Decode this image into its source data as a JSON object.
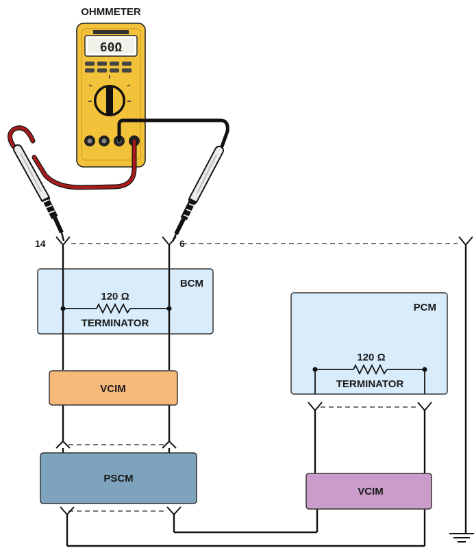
{
  "meter": {
    "title": "OHMMETER",
    "display": "60Ω",
    "icon": "multimeter-icon",
    "body_color": "#f2c23a",
    "lead_red": "#a81c1c",
    "lead_black": "#111111"
  },
  "pins": {
    "left": "14",
    "right": "6"
  },
  "modules": {
    "bcm": {
      "label": "BCM",
      "resistor": "120 Ω",
      "terminator": "TERMINATOR",
      "color": "#d9ecfb"
    },
    "pcm": {
      "label": "PCM",
      "resistor": "120 Ω",
      "terminator": "TERMINATOR",
      "color": "#d9ecfb"
    },
    "vcim_top": {
      "label": "VCIM",
      "color": "#f7b97a"
    },
    "pscm": {
      "label": "PSCM",
      "color": "#7ea3bd"
    },
    "vcim_bottom": {
      "label": "VCIM",
      "color": "#c99cc9"
    }
  },
  "symbols": {
    "ground": "ground-icon",
    "resistor": "resistor-icon"
  }
}
